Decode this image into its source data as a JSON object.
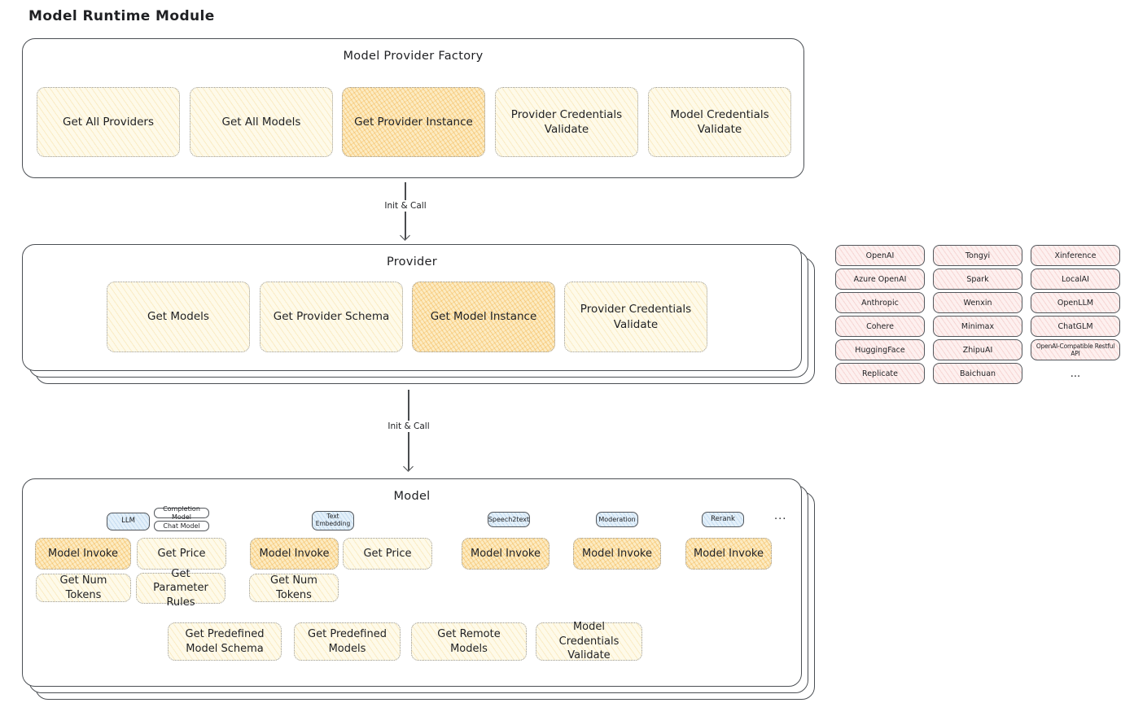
{
  "page_title": "Model Runtime Module",
  "arrows": {
    "label_1": "Init & Call",
    "label_2": "Init & Call"
  },
  "factory": {
    "title": "Model Provider Factory",
    "buttons": [
      {
        "label": "Get All Providers",
        "active": false
      },
      {
        "label": "Get All Models",
        "active": false
      },
      {
        "label": "Get Provider Instance",
        "active": true
      },
      {
        "label": "Provider Credentials Validate",
        "active": false
      },
      {
        "label": "Model Credentials Validate",
        "active": false
      }
    ]
  },
  "provider": {
    "title": "Provider",
    "buttons": [
      {
        "label": "Get Models",
        "active": false
      },
      {
        "label": "Get Provider Schema",
        "active": false
      },
      {
        "label": "Get Model Instance",
        "active": true
      },
      {
        "label": "Provider Credentials Validate",
        "active": false
      }
    ]
  },
  "provider_list": {
    "items": [
      "OpenAI",
      "Tongyi",
      "Xinference",
      "Azure OpenAI",
      "Spark",
      "LocalAI",
      "Anthropic",
      "Wenxin",
      "OpenLLM",
      "Cohere",
      "Minimax",
      "ChatGLM",
      "HuggingFace",
      "ZhipuAI",
      "OpenAI-Compatible Restful API",
      "Replicate",
      "Baichuan"
    ],
    "more": "..."
  },
  "model": {
    "title": "Model",
    "types": {
      "llm": "LLM",
      "completion_model": "Completion Model",
      "chat_model": "Chat Model",
      "text_embedding": "Text Embedding",
      "speech2text": "Speech2text",
      "moderation": "Moderation",
      "rerank": "Rerank",
      "more": "..."
    },
    "buttons": {
      "llm_model_invoke": "Model Invoke",
      "llm_get_price": "Get Price",
      "llm_get_num_tokens": "Get Num Tokens",
      "llm_get_parameter_rules": "Get Parameter Rules",
      "te_model_invoke": "Model Invoke",
      "te_get_price": "Get Price",
      "te_get_num_tokens": "Get Num Tokens",
      "s2t_model_invoke": "Model Invoke",
      "moderation_model_invoke": "Model Invoke",
      "rerank_model_invoke": "Model Invoke"
    },
    "common_buttons": [
      "Get Predefined Model Schema",
      "Get Predefined Models",
      "Get Remote Models",
      "Model Credentials Validate"
    ]
  },
  "colors": {
    "active_fill": "#fcebc2",
    "cream_fill": "#fefae9",
    "pink_fill": "#fdf0ef",
    "blue_fill": "#e3f0fa",
    "stroke": "#4b4f54"
  }
}
